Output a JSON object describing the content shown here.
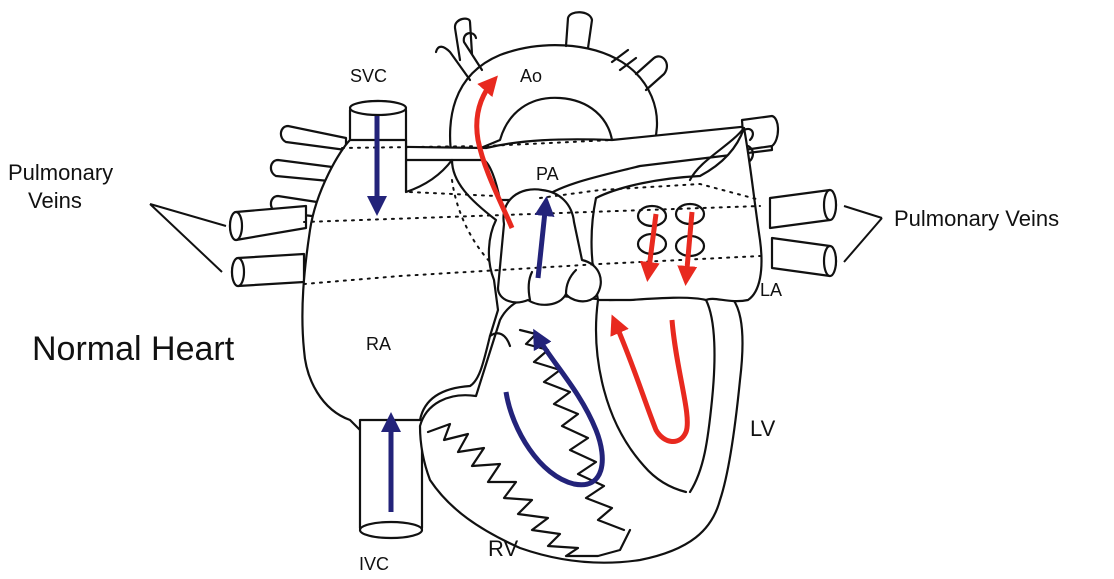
{
  "title": "Normal Heart",
  "labels": {
    "svc": "SVC",
    "ivc": "IVC",
    "ao": "Ao",
    "pa": "PA",
    "ra": "RA",
    "rv": "RV",
    "la": "LA",
    "lv": "LV",
    "pulmonary_veins_left_line1": "Pulmonary",
    "pulmonary_veins_left_line2": "Veins",
    "pulmonary_veins_right": "Pulmonary Veins"
  },
  "colors": {
    "deoxygenated_flow": "#23237a",
    "oxygenated_flow": "#e8291f",
    "outline": "#111111"
  }
}
